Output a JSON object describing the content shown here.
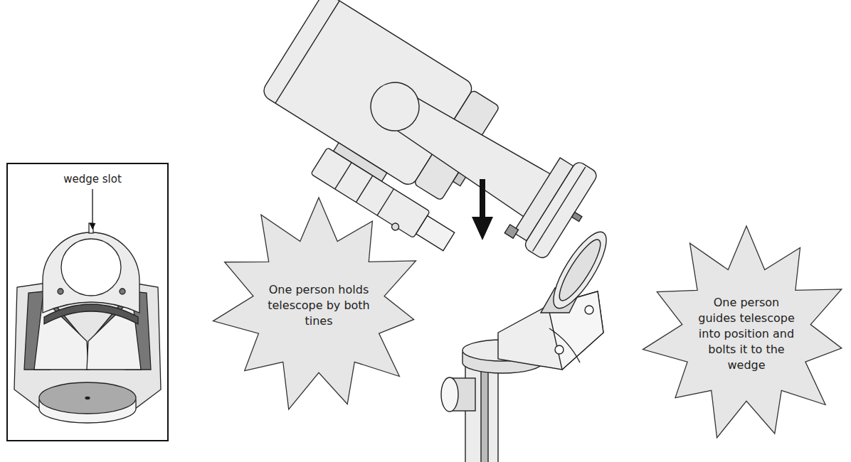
{
  "diagram": {
    "nodes": [
      {
        "text": [
          "One person holds telescope by both tines"
        ]
      },
      {
        "text": [
          "One person guides telescope into position and bolts it to the wedge"
        ]
      }
    ],
    "labels": [
      "wedge slot"
    ]
  }
}
